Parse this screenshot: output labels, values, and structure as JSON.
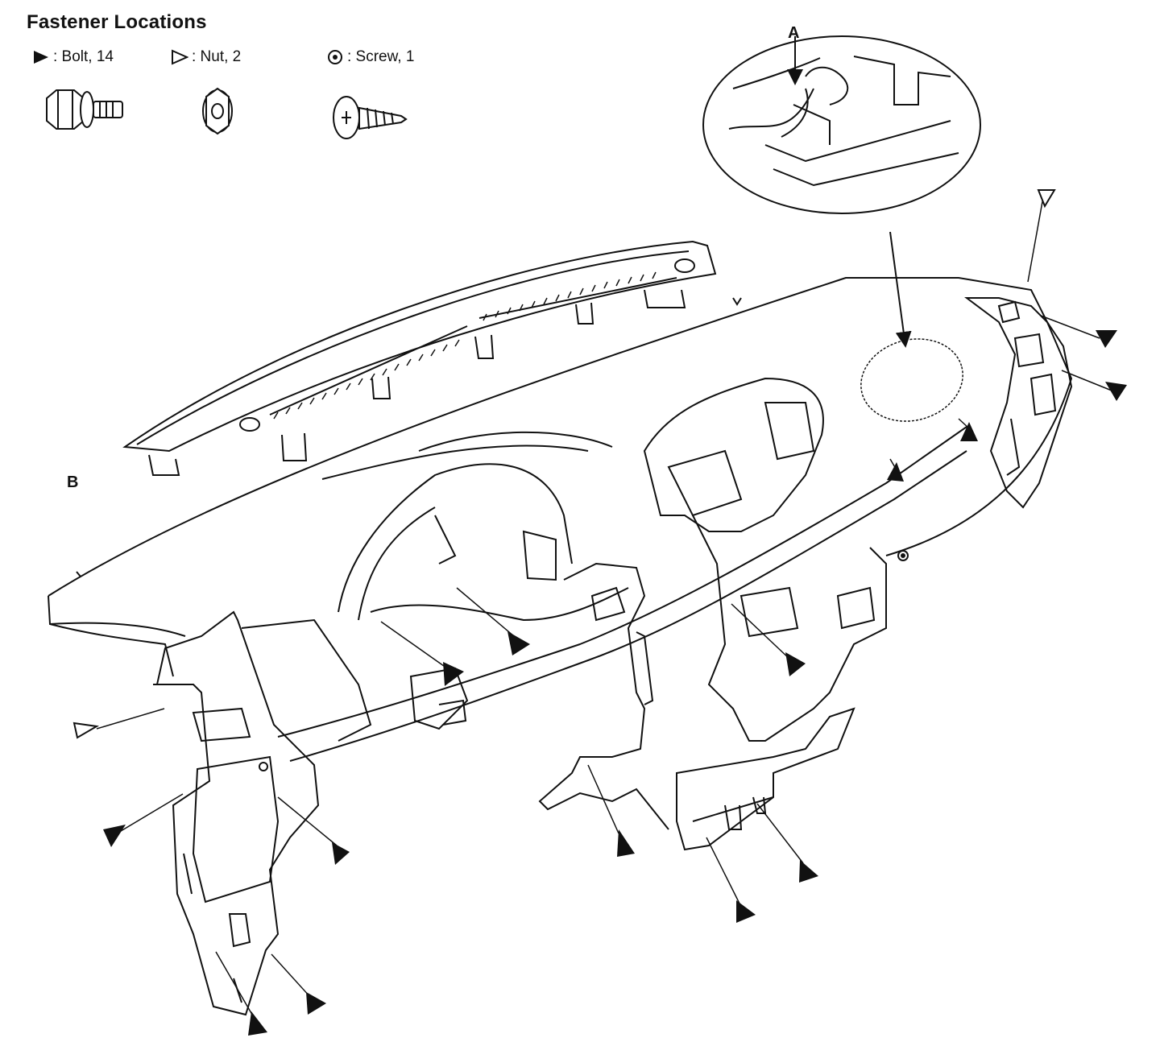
{
  "title": "Fastener Locations",
  "legend": [
    {
      "symbol": "bolt-solid-triangle",
      "label": ": Bolt, 14"
    },
    {
      "symbol": "nut-open-triangle",
      "label": ": Nut, 2"
    },
    {
      "symbol": "screw-circle-dot",
      "label": ": Screw, 1"
    }
  ],
  "callouts": {
    "a": "A",
    "b": "B"
  }
}
